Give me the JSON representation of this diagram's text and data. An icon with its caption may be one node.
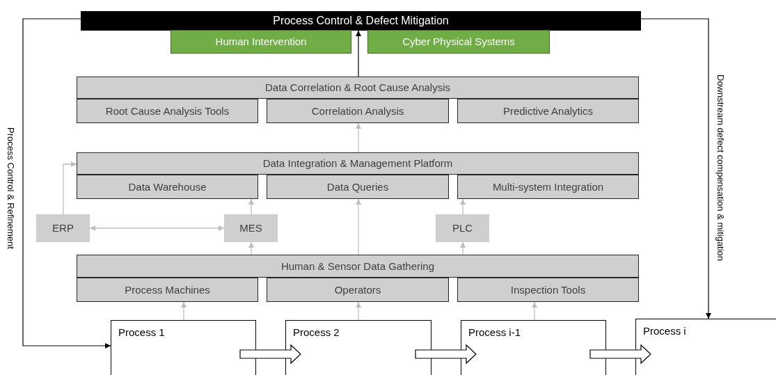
{
  "diagram": {
    "nodes": [
      {
        "text": [
          "Process Control & Defect Mitigation"
        ]
      },
      {
        "text": [
          "Human Intervention"
        ]
      },
      {
        "text": [
          "Cyber Physical Systems"
        ]
      },
      {
        "text": [
          "Data Correlation & Root Cause Analysis"
        ]
      },
      {
        "text": [
          "Root Cause Analysis Tools"
        ]
      },
      {
        "text": [
          "Correlation Analysis"
        ]
      },
      {
        "text": [
          "Predictive Analytics"
        ]
      },
      {
        "text": [
          "Data Integration & Management Platform"
        ]
      },
      {
        "text": [
          "Data Warehouse"
        ]
      },
      {
        "text": [
          "Data Queries"
        ]
      },
      {
        "text": [
          "Multi-system Integration"
        ]
      },
      {
        "text": [
          "ERP"
        ]
      },
      {
        "text": [
          "MES"
        ]
      },
      {
        "text": [
          "PLC"
        ]
      },
      {
        "text": [
          "Human & Sensor Data Gathering"
        ]
      },
      {
        "text": [
          "Process Machines"
        ]
      },
      {
        "text": [
          "Operators"
        ]
      },
      {
        "text": [
          "Inspection Tools"
        ]
      },
      {
        "text": [
          "Process 1"
        ]
      },
      {
        "text": [
          "Process 2"
        ]
      },
      {
        "text": [
          "Process i-1"
        ]
      },
      {
        "text": [
          "Process i"
        ]
      }
    ],
    "edges": [
      {
        "from": 3,
        "to": 0,
        "arrow": "to",
        "color": "#000000"
      },
      {
        "from": 7,
        "to": 5,
        "arrow": "to"
      },
      {
        "from": 11,
        "to": 7,
        "arrow": "to"
      },
      {
        "from": 11,
        "to": 12,
        "arrow": "both"
      },
      {
        "from": 12,
        "to": 8,
        "arrow": "to"
      },
      {
        "from": 14,
        "to": 12,
        "arrow": "to"
      },
      {
        "from": 14,
        "to": 9,
        "arrow": "to"
      },
      {
        "from": 14,
        "to": 13,
        "arrow": "to"
      },
      {
        "from": 13,
        "to": 10,
        "arrow": "to"
      },
      {
        "from": 18,
        "to": 15,
        "arrow": "to"
      },
      {
        "from": 19,
        "to": 16,
        "arrow": "to"
      },
      {
        "from": 20,
        "to": 17,
        "arrow": "to"
      },
      {
        "from": 18,
        "to": 19,
        "arrow": "to",
        "style": "thick",
        "color": "#000000"
      },
      {
        "from": 19,
        "to": 20,
        "arrow": "to",
        "style": "thick",
        "color": "#000000"
      },
      {
        "from": 20,
        "to": 21,
        "arrow": "to",
        "style": "thick",
        "color": "#000000"
      },
      {
        "from": 0,
        "to": 18,
        "arrow": "to",
        "label": "Process Control & Refinement",
        "color": "#000000"
      },
      {
        "from": 0,
        "to": 21,
        "arrow": "to",
        "label": "Downstream defect compensation & mitigation",
        "color": "#000000"
      }
    ]
  }
}
